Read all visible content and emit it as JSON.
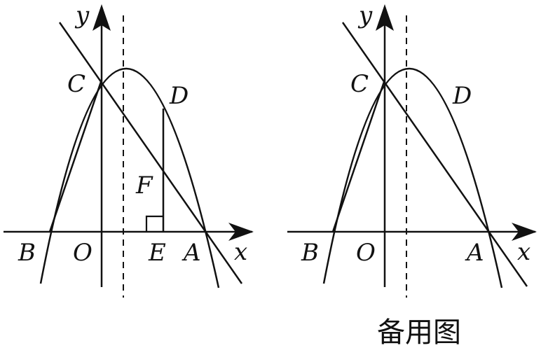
{
  "figures": [
    {
      "id": "left",
      "labels": {
        "y": "y",
        "x": "x",
        "C": "C",
        "D": "D",
        "F": "F",
        "B": "B",
        "O": "O",
        "E": "E",
        "A": "A"
      },
      "has_point_F_construction": true
    },
    {
      "id": "right",
      "labels": {
        "y": "y",
        "x": "x",
        "C": "C",
        "D": "D",
        "B": "B",
        "O": "O",
        "A": "A"
      },
      "has_point_F_construction": false
    }
  ],
  "caption": "备用图"
}
